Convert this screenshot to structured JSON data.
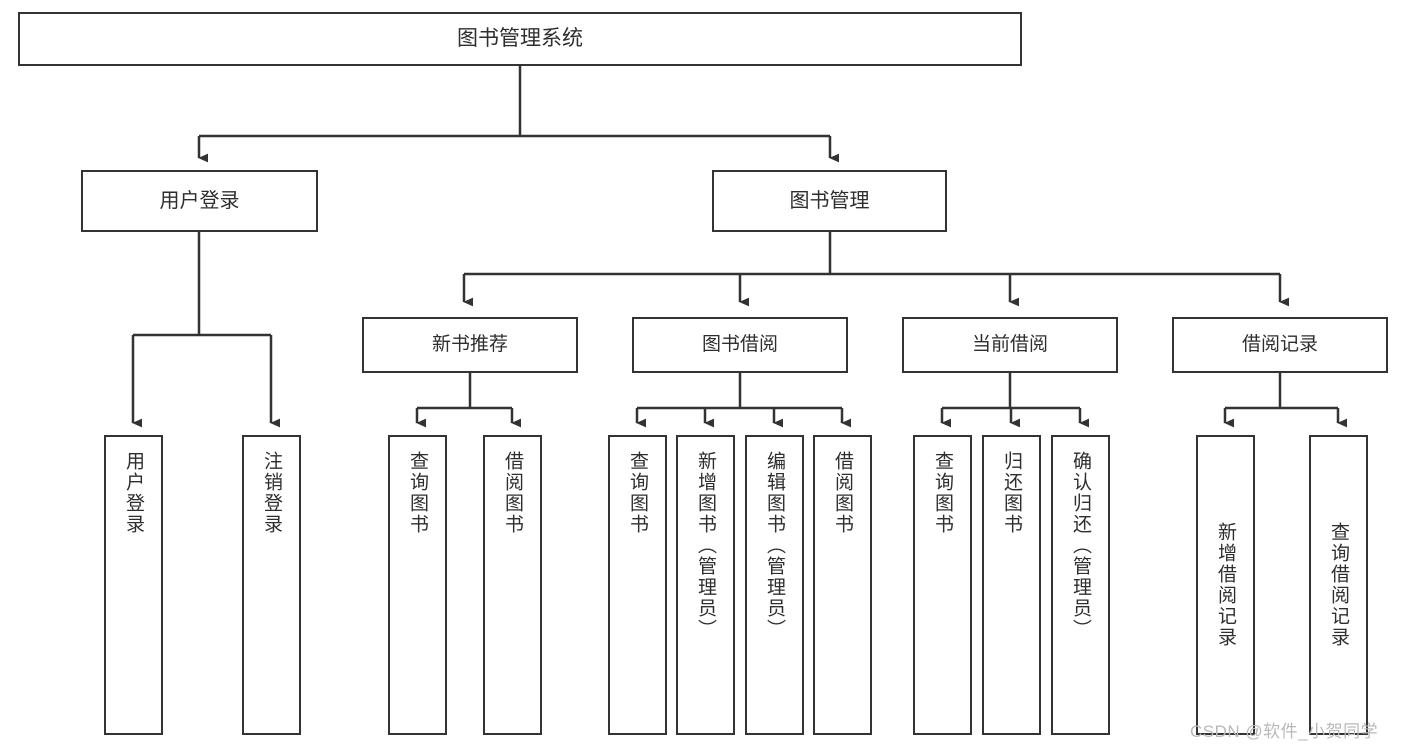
{
  "diagram": {
    "title": "图书管理系统",
    "type": "tree-hierarchy-chart",
    "watermark": "CSDN @软件_小贺同学",
    "colors": {
      "box_border": "#333333",
      "box_fill": "#ffffff",
      "connector": "#333333",
      "text": "#2e2e2e",
      "watermark": "#b9b9b9",
      "background": "#ffffff"
    },
    "root": {
      "label": "图书管理系统"
    },
    "level_two": [
      {
        "label": "用户登录"
      },
      {
        "label": "图书管理"
      }
    ],
    "level_three": [
      {
        "label": "新书推荐"
      },
      {
        "label": "图书借阅"
      },
      {
        "label": "当前借阅"
      },
      {
        "label": "借阅记录"
      }
    ],
    "leaves": {
      "user_login": [
        {
          "label": "用户登录"
        },
        {
          "label": "注销登录"
        }
      ],
      "new_book_recommend": [
        {
          "label": "查询图书"
        },
        {
          "label": "借阅图书"
        }
      ],
      "book_borrow": [
        {
          "label": "查询图书"
        },
        {
          "label": "新增图书（管理员）"
        },
        {
          "label": "编辑图书（管理员）"
        },
        {
          "label": "借阅图书"
        }
      ],
      "current_borrow": [
        {
          "label": "查询图书"
        },
        {
          "label": "归还图书"
        },
        {
          "label": "确认归还（管理员）"
        }
      ],
      "borrow_record": [
        {
          "label": "新增借阅记录"
        },
        {
          "label": "查询借阅记录"
        }
      ]
    }
  }
}
